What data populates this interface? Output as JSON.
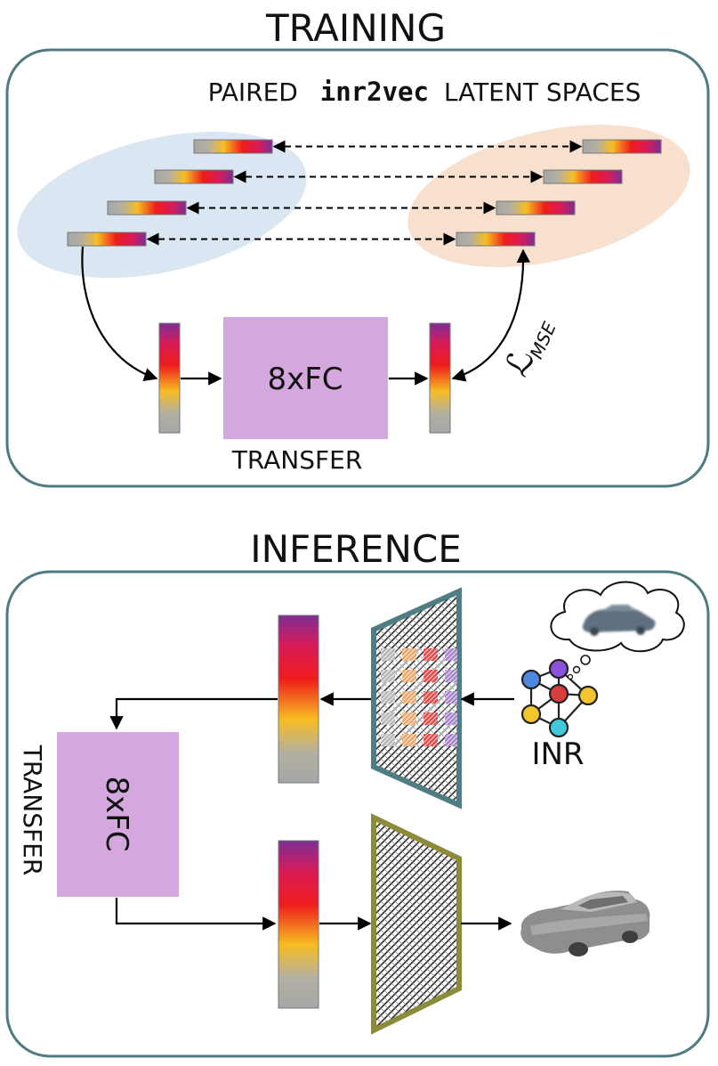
{
  "training": {
    "title": "TRAINING",
    "paired_prefix": "PAIRED",
    "paired_model": "inr2vec",
    "paired_suffix": "LATENT SPACES",
    "block_label": "8xFC",
    "transfer_label": "TRANSFER",
    "loss_label": "ℒ",
    "loss_subscript": "MSE"
  },
  "inference": {
    "title": "INFERENCE",
    "block_label": "8xFC",
    "transfer_label": "TRANSFER",
    "inr_label": "INR"
  },
  "colors": {
    "frame": "#4f7a80",
    "fc_block": "#d4a8df",
    "left_ellipse": "#dbe6f3",
    "right_ellipse": "#f8e0cf",
    "encoder_frame": "#4e7d84",
    "decoder_frame": "#8d8a3a"
  }
}
